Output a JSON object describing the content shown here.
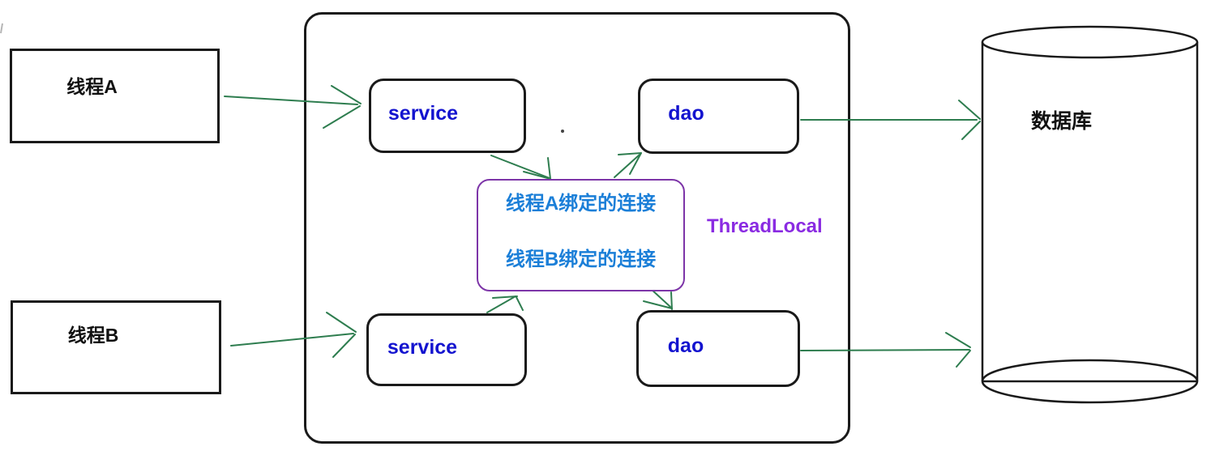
{
  "title": "ThreadLocal connection binding diagram",
  "nodes": {
    "thread_a": "线程A",
    "thread_b": "线程B",
    "service_top": "service",
    "service_bottom": "service",
    "dao_top": "dao",
    "dao_bottom": "dao",
    "binding_line1": "线程A绑定的连接",
    "binding_line2": "线程B绑定的连接",
    "threadlocal_label": "ThreadLocal",
    "database": "数据库"
  },
  "colors": {
    "border": "#1a1a1a",
    "service_dao_text": "#1313cf",
    "binding_text": "#1b7fd8",
    "threadlocal_purple": "#8a2be2",
    "threadlocal_border": "#7d35a8",
    "arrow": "#2e7d4f"
  }
}
